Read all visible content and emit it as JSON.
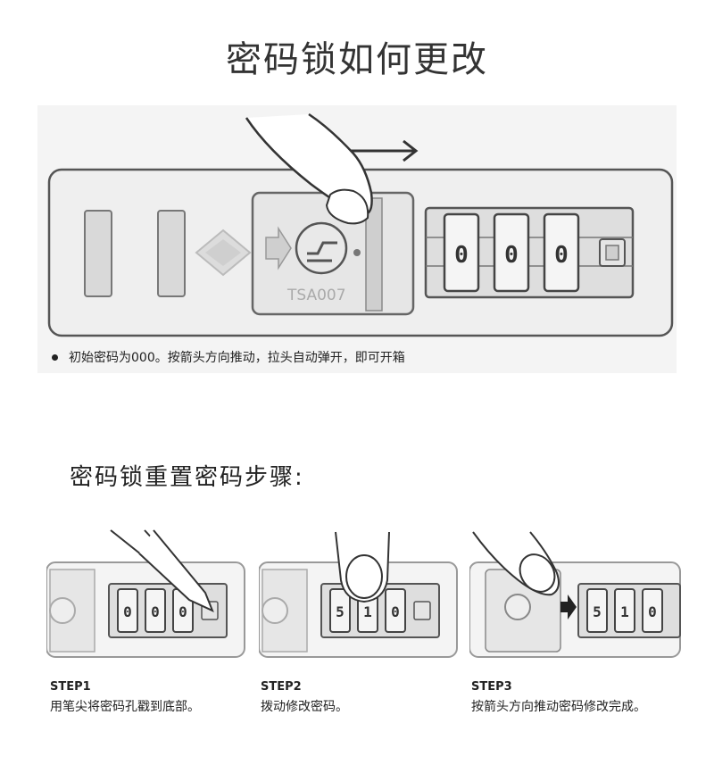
{
  "title": "密码锁如何更改",
  "main_lock": {
    "model_text": "TSA007",
    "digits": [
      "0",
      "0",
      "0"
    ],
    "note": "初始密码为000。按箭头方向推动，拉头自动弹开，即可开箱"
  },
  "reset_heading": "密码锁重置密码步骤:",
  "steps": [
    {
      "label": "STEP1",
      "description": "用笔尖将密码孔戳到底部。"
    },
    {
      "label": "STEP2",
      "description": "拨动修改密码。"
    },
    {
      "label": "STEP3",
      "description": "按箭头方向推动密码修改完成。"
    }
  ],
  "step_digits": [
    [
      "0",
      "0",
      "0"
    ],
    [
      "5",
      "1",
      "0"
    ],
    [
      "5",
      "1",
      "0"
    ]
  ],
  "icons": {
    "push_arrow": "right-arrow-icon",
    "lock_logo": "tsa-logo-icon",
    "finger": "finger-icon",
    "pen": "pen-tip-icon"
  }
}
